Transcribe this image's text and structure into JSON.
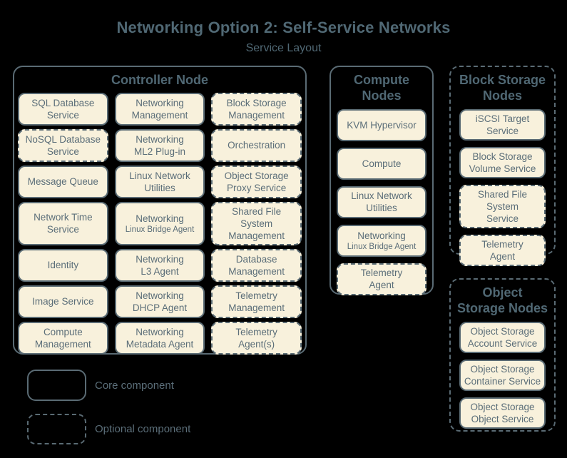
{
  "palette": {
    "background": "#000000",
    "box-fill": "#f8f1dc",
    "line": "#5a6b74",
    "text": "#5b6e79",
    "heading": "#506874"
  },
  "header": {
    "title": "Networking Option 2: Self-Service Networks",
    "subtitle": "Service Layout"
  },
  "nodes": [
    {
      "id": "controller",
      "title_lines": [
        "Controller Node"
      ],
      "style": "solid",
      "services": [
        {
          "lines": [
            "SQL Database",
            "Service"
          ],
          "style": "solid"
        },
        {
          "lines": [
            "Networking",
            "Management"
          ],
          "style": "solid"
        },
        {
          "lines": [
            "Block Storage",
            "Management"
          ],
          "style": "dashed"
        },
        {
          "lines": [
            "NoSQL Database",
            "Service"
          ],
          "style": "dashed"
        },
        {
          "lines": [
            "Networking",
            "ML2 Plug-in"
          ],
          "style": "solid"
        },
        {
          "lines": [
            "Orchestration"
          ],
          "style": "dashed"
        },
        {
          "lines": [
            "Message Queue"
          ],
          "style": "solid"
        },
        {
          "lines": [
            "Linux Network",
            "Utilities"
          ],
          "style": "solid"
        },
        {
          "lines": [
            "Object Storage",
            "Proxy Service"
          ],
          "style": "dashed"
        },
        {
          "lines": [
            "Network Time",
            "Service"
          ],
          "style": "solid"
        },
        {
          "lines": [
            "Networking",
            "Linux Bridge Agent"
          ],
          "style": "solid",
          "small_line_2": true
        },
        {
          "lines": [
            "Shared File System",
            "Management"
          ],
          "style": "dashed"
        },
        {
          "lines": [
            "Identity"
          ],
          "style": "solid"
        },
        {
          "lines": [
            "Networking",
            "L3 Agent"
          ],
          "style": "solid"
        },
        {
          "lines": [
            "Database",
            "Management"
          ],
          "style": "dashed"
        },
        {
          "lines": [
            "Image Service"
          ],
          "style": "solid"
        },
        {
          "lines": [
            "Networking",
            "DHCP Agent"
          ],
          "style": "solid"
        },
        {
          "lines": [
            "Telemetry",
            "Management"
          ],
          "style": "dashed"
        },
        {
          "lines": [
            "Compute",
            "Management"
          ],
          "style": "solid"
        },
        {
          "lines": [
            "Networking",
            "Metadata Agent"
          ],
          "style": "solid"
        },
        {
          "lines": [
            "Telemetry",
            "Agent(s)"
          ],
          "style": "dashed"
        }
      ]
    },
    {
      "id": "compute",
      "title_lines": [
        "Compute",
        "Nodes"
      ],
      "style": "solid",
      "services": [
        {
          "lines": [
            "KVM Hypervisor"
          ],
          "style": "solid"
        },
        {
          "lines": [
            "Compute"
          ],
          "style": "solid"
        },
        {
          "lines": [
            "Linux Network",
            "Utilities"
          ],
          "style": "solid"
        },
        {
          "lines": [
            "Networking",
            "Linux Bridge Agent"
          ],
          "style": "solid",
          "small_line_2": true
        },
        {
          "lines": [
            "Telemetry",
            "Agent"
          ],
          "style": "dashed"
        }
      ]
    },
    {
      "id": "block-storage",
      "title_lines": [
        "Block Storage",
        "Nodes"
      ],
      "style": "dashed",
      "services": [
        {
          "lines": [
            "iSCSI Target",
            "Service"
          ],
          "style": "solid"
        },
        {
          "lines": [
            "Block Storage",
            "Volume Service"
          ],
          "style": "solid"
        },
        {
          "lines": [
            "Shared File System",
            "Service"
          ],
          "style": "dashed"
        },
        {
          "lines": [
            "Telemetry",
            "Agent"
          ],
          "style": "dashed"
        }
      ]
    },
    {
      "id": "object-storage",
      "title_lines": [
        "Object",
        "Storage Nodes"
      ],
      "style": "dashed",
      "services": [
        {
          "lines": [
            "Object Storage",
            "Account Service"
          ],
          "style": "solid"
        },
        {
          "lines": [
            "Object Storage",
            "Container Service"
          ],
          "style": "solid"
        },
        {
          "lines": [
            "Object Storage",
            "Object Service"
          ],
          "style": "solid"
        }
      ]
    }
  ],
  "legend": {
    "items": [
      {
        "label": "Core component",
        "style": "solid"
      },
      {
        "label": "Optional component",
        "style": "dashed"
      }
    ]
  }
}
